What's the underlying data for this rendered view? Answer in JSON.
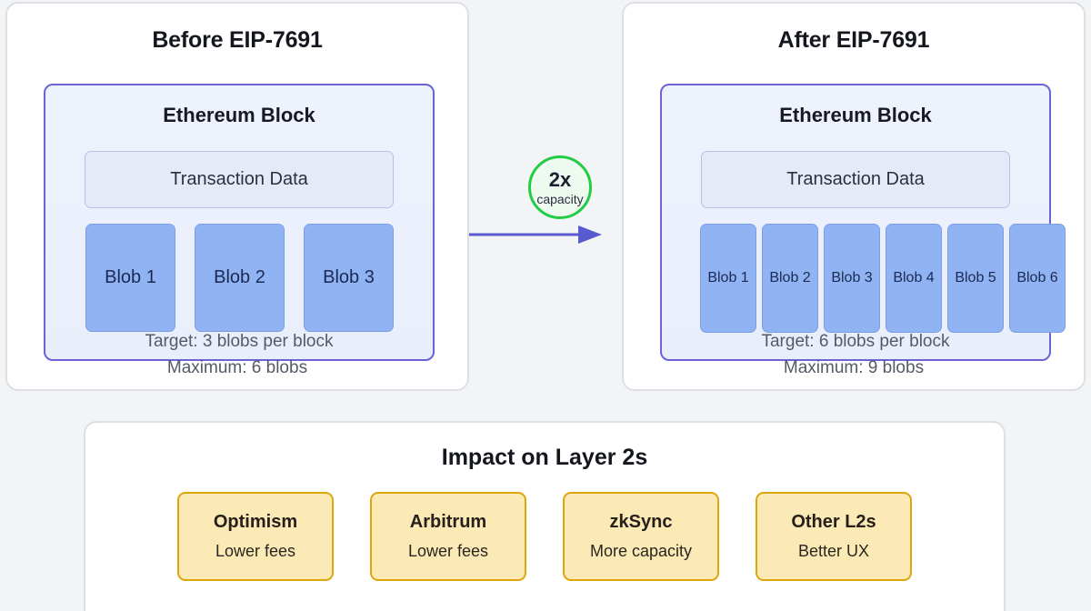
{
  "background_color": "#f2f4f6",
  "panels": {
    "before": {
      "title": "Before EIP-7691",
      "block_title": "Ethereum Block",
      "tx_data_label": "Transaction Data",
      "blobs": [
        "Blob 1",
        "Blob 2",
        "Blob 3"
      ],
      "target_note": "Target: 3 blobs per block",
      "maximum_note": "Maximum: 6 blobs"
    },
    "after": {
      "title": "After EIP-7691",
      "block_title": "Ethereum Block",
      "tx_data_label": "Transaction Data",
      "blobs": [
        "Blob 1",
        "Blob 2",
        "Blob 3",
        "Blob 4",
        "Blob 5",
        "Blob 6"
      ],
      "target_note": "Target: 6 blobs per block",
      "maximum_note": "Maximum: 9 blobs"
    }
  },
  "capacity_badge": {
    "value": "2x",
    "label": "capacity",
    "ring_color": "#22cc44",
    "fill_color": "#eefaef"
  },
  "connector": {
    "color": "#5a5ad0"
  },
  "impact": {
    "title": "Impact on Layer 2s",
    "cards": [
      {
        "name": "Optimism",
        "benefit": "Lower fees"
      },
      {
        "name": "Arbitrum",
        "benefit": "Lower fees"
      },
      {
        "name": "zkSync",
        "benefit": "More capacity"
      },
      {
        "name": "Other L2s",
        "benefit": "Better UX"
      }
    ],
    "card_fill": "#fbe9b6",
    "card_border": "#dfa60c"
  },
  "palette": {
    "block_border": "#6b63d6",
    "blob_fill": "#8fb3f3",
    "tx_fill": "#e5e9f8",
    "panel_border": "#dcdfe3"
  }
}
